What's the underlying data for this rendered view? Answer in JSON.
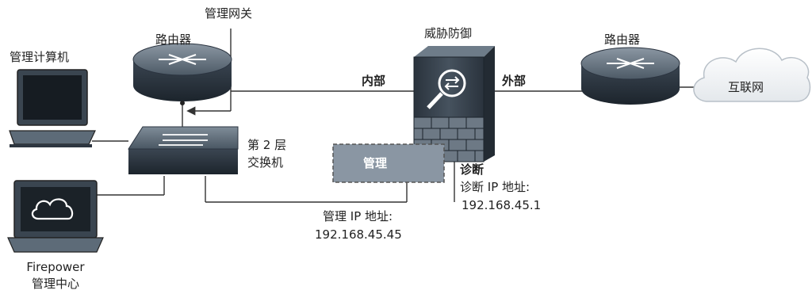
{
  "labels": {
    "mgmt_gateway": "管理网关",
    "router_left": "路由器",
    "router_right": "路由器",
    "threat_defense": "威胁防御",
    "mgmt_computer": "管理计算机",
    "inside": "内部",
    "outside": "外部",
    "internet": "互联网",
    "l2_switch_line1": "第 2 层",
    "l2_switch_line2": "交换机",
    "management": "管理",
    "diagnostic": "诊断",
    "diagnostic_ip_label": "诊断 IP 地址:",
    "diagnostic_ip": "192.168.45.1",
    "mgmt_ip_label": "管理 IP 地址:",
    "mgmt_ip": "192.168.45.45",
    "fmc_line1": "Firepower",
    "fmc_line2": "管理中心"
  },
  "colors": {
    "device_dark": "#2b3440",
    "device_mid": "#6a7a88",
    "line": "#333333",
    "mgmt_box": "#8a96a3",
    "cloud": "#ffffff"
  }
}
